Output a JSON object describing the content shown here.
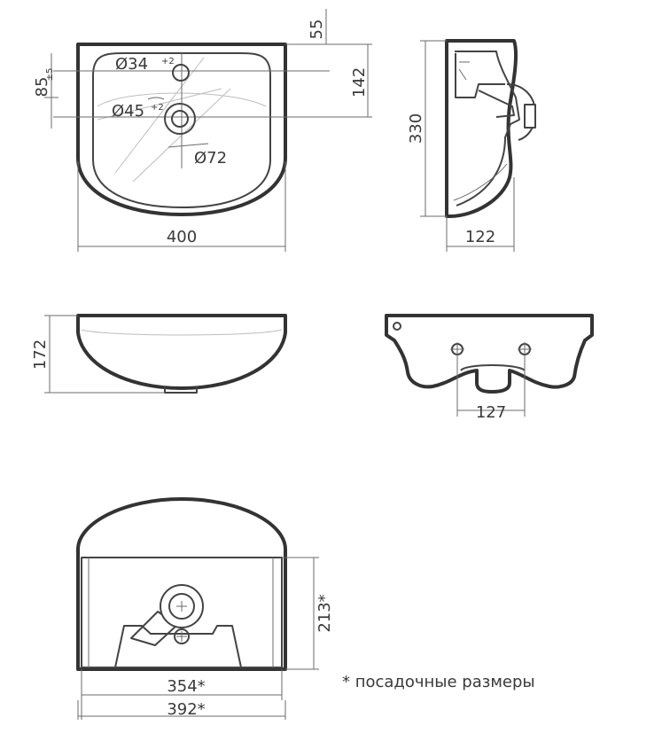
{
  "top_view": {
    "dim_top_offset": "55",
    "dim_hole_small": "Ø34",
    "dim_hole_small_tol": "+2",
    "dim_hole_main": "Ø45",
    "dim_hole_main_tol": "+2",
    "dim_drain": "Ø72",
    "dim_depth_left": "85",
    "dim_depth_left_tol": "±5",
    "dim_right_height": "142",
    "dim_width": "400"
  },
  "side_view": {
    "dim_height": "330",
    "dim_depth": "122"
  },
  "front_view": {
    "dim_height": "172"
  },
  "back_view": {
    "dim_spacing": "127"
  },
  "bottom_view": {
    "dim_height": "213*",
    "dim_inner_width": "354*",
    "dim_outer_width": "392*"
  },
  "note": "* посадочные размеры"
}
